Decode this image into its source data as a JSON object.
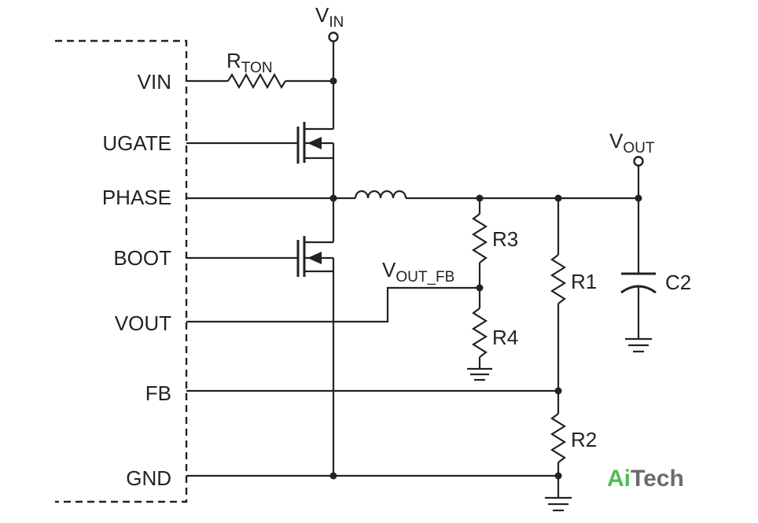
{
  "pins": {
    "vin": "VIN",
    "ugate": "UGATE",
    "phase": "PHASE",
    "boot": "BOOT",
    "vout": "VOUT",
    "fb": "FB",
    "gnd": "GND"
  },
  "supply_in": {
    "main": "V",
    "sub": "IN"
  },
  "supply_out": {
    "main": "V",
    "sub": "OUT"
  },
  "rton": {
    "main": "R",
    "sub": "TON"
  },
  "vout_fb": {
    "main": "V",
    "sub": "OUT_FB"
  },
  "components": {
    "r1": "R1",
    "r2": "R2",
    "r3": "R3",
    "r4": "R4",
    "c2": "C2"
  },
  "logo": {
    "ai": "Ai",
    "tech": "Tech",
    "accent": "#4cc04c",
    "text_color": "#6b6b6b"
  }
}
